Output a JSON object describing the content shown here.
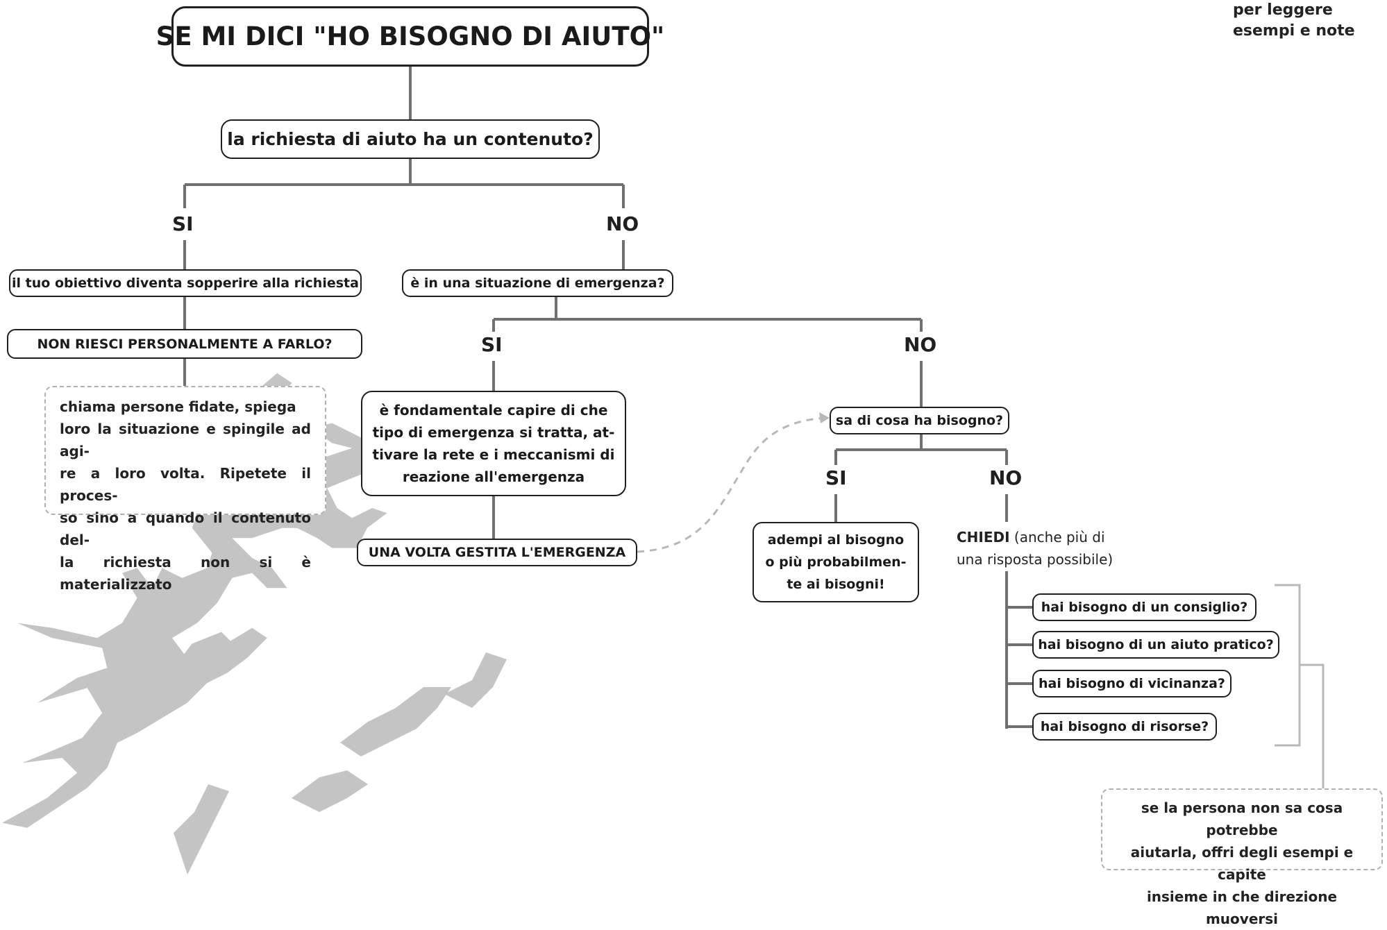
{
  "top_right_note": [
    "per leggere",
    "esempi e note"
  ],
  "title": "SE MI DICI \"HO BISOGNO DI AIUTO\"",
  "q_content": "la richiesta di aiuto ha un contenuto?",
  "labels": {
    "si": "SI",
    "no": "NO"
  },
  "left": {
    "goal": "il tuo obiettivo diventa sopperire alla richiesta",
    "cannot": "NON RIESCI PERSONALMENTE A FARLO?",
    "note_lines": [
      "chiama persone fidate, spiega",
      "loro la situazione e spingile ad agi-",
      "re a loro volta. Ripetete il proces-",
      "so sino a quando il contenuto del-",
      "la richiesta non si è materializzato"
    ]
  },
  "emergency": {
    "question": "è in una situazione di emergenza?",
    "yes_box_lines": [
      "è fondamentale capire di che",
      "tipo di emergenza si tratta, at-",
      "tivare la rete e i meccanismi di",
      "reazione all'emergenza"
    ],
    "after": "UNA VOLTA GESTITA L'EMERGENZA"
  },
  "need": {
    "question": "sa di cosa ha bisogno?",
    "yes_box_lines": [
      "adempi al bisogno",
      "o più probabilmen-",
      "te ai bisogni!"
    ],
    "ask_bold": "CHIEDI",
    "ask_rest_1": " (anche più di",
    "ask_rest_2": "una risposta possibile)",
    "options": [
      "hai bisogno di un consiglio?",
      "hai bisogno di un aiuto pratico?",
      "hai bisogno di vicinanza?",
      "hai bisogno di risorse?"
    ],
    "note_lines": [
      "se la persona non sa cosa potrebbe",
      "aiutarla, offri degli esempi e capite",
      "insieme in che direzione muoversi"
    ]
  },
  "colors": {
    "line": "#6f6f6f",
    "border": "#1f1f1f",
    "dashed": "#b8b8b8",
    "decoration": "#c2c2c2"
  }
}
